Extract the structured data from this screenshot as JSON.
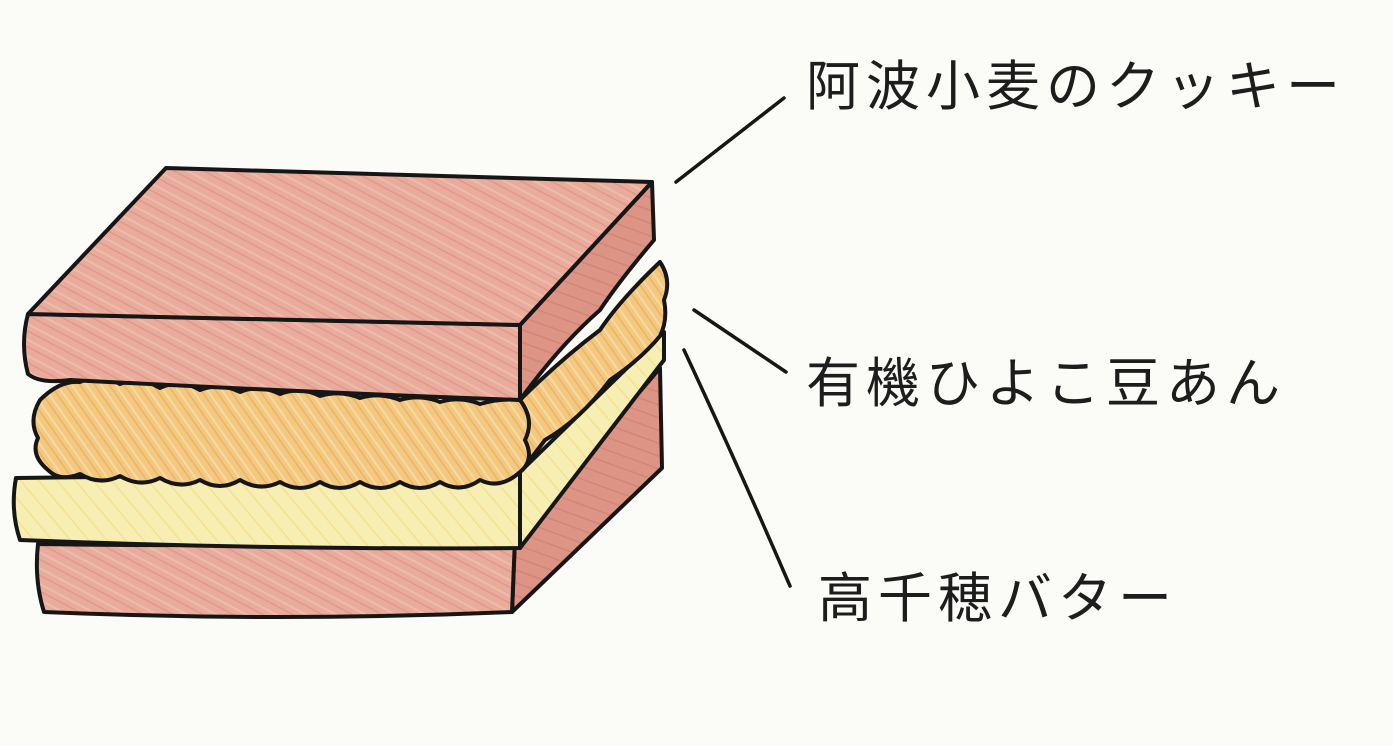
{
  "labels": {
    "top_cookie": "阿波小麦のクッキー",
    "filling": "有機ひよこ豆あん",
    "bottom_layer": "高千穂バター"
  },
  "colors": {
    "cookie_fill": "#e6a696",
    "cookie_fill_dark": "#d98c7c",
    "bean_paste_fill": "#f1c47a",
    "butter_fill": "#f6ecaa",
    "outline": "#161616",
    "background": "#fbfbf8"
  }
}
